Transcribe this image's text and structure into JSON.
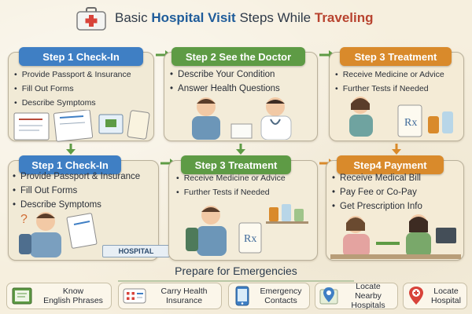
{
  "header": {
    "title_part1": "Basic",
    "title_part2": "Hospital Visit",
    "title_part3": "Steps While",
    "title_part4": "Traveling",
    "icon": "first-aid-kit-icon"
  },
  "steps_top": [
    {
      "badge": "Step 1 Check-In",
      "color": "#3f7fc4",
      "items": [
        "Provide Passport & Insurance",
        "Fill Out Forms",
        "Describe Symptoms"
      ]
    },
    {
      "badge": "Step 2  See the Doctor",
      "color": "#5e9b45",
      "items": [
        "Describe Your Condition",
        "Answer Health Questions"
      ]
    },
    {
      "badge": "Step 3 Treatment",
      "color": "#d98a2b",
      "items": [
        "Receive Medicine or Advice",
        "Further Tests if Needed"
      ]
    }
  ],
  "steps_bottom": [
    {
      "badge": "Step 1 Check-In",
      "color": "#3f7fc4",
      "items": [
        "Provide Passport & Insurance",
        "Fill Out Forms",
        "Describe Symptoms"
      ]
    },
    {
      "badge": "Step 3 Treatment",
      "color": "#5e9b45",
      "items": [
        "Receive Medicine or Advice",
        "Further Tests if Needed"
      ]
    },
    {
      "badge": "Step4  Payment",
      "color": "#d98a2b",
      "items": [
        "Receive Medical Bill",
        "Pay Fee or Co-Pay",
        "Get Prescription Info"
      ]
    }
  ],
  "hospital_sign": "HOSPITAL",
  "emergency": {
    "title": "Prepare for Emergencies",
    "items": [
      {
        "line1": "Know",
        "line2": "English Phrases",
        "icon": "phrasebook-icon"
      },
      {
        "line1": "Carry Health",
        "line2": "Insurance",
        "icon": "insurance-card-icon"
      },
      {
        "line1": "Emergency",
        "line2": "Contacts",
        "icon": "phone-icon"
      },
      {
        "line1": "Locate",
        "line2": "Nearby Hospitals",
        "icon": "map-pin-icon"
      },
      {
        "line1": "Locate",
        "line2": "Hospital",
        "icon": "hospital-pin-icon"
      }
    ]
  },
  "colors": {
    "blue": "#3f7fc4",
    "green": "#5e9b45",
    "orange": "#d98a2b",
    "title_blue": "#1f5c9a",
    "title_red": "#b8432f"
  }
}
